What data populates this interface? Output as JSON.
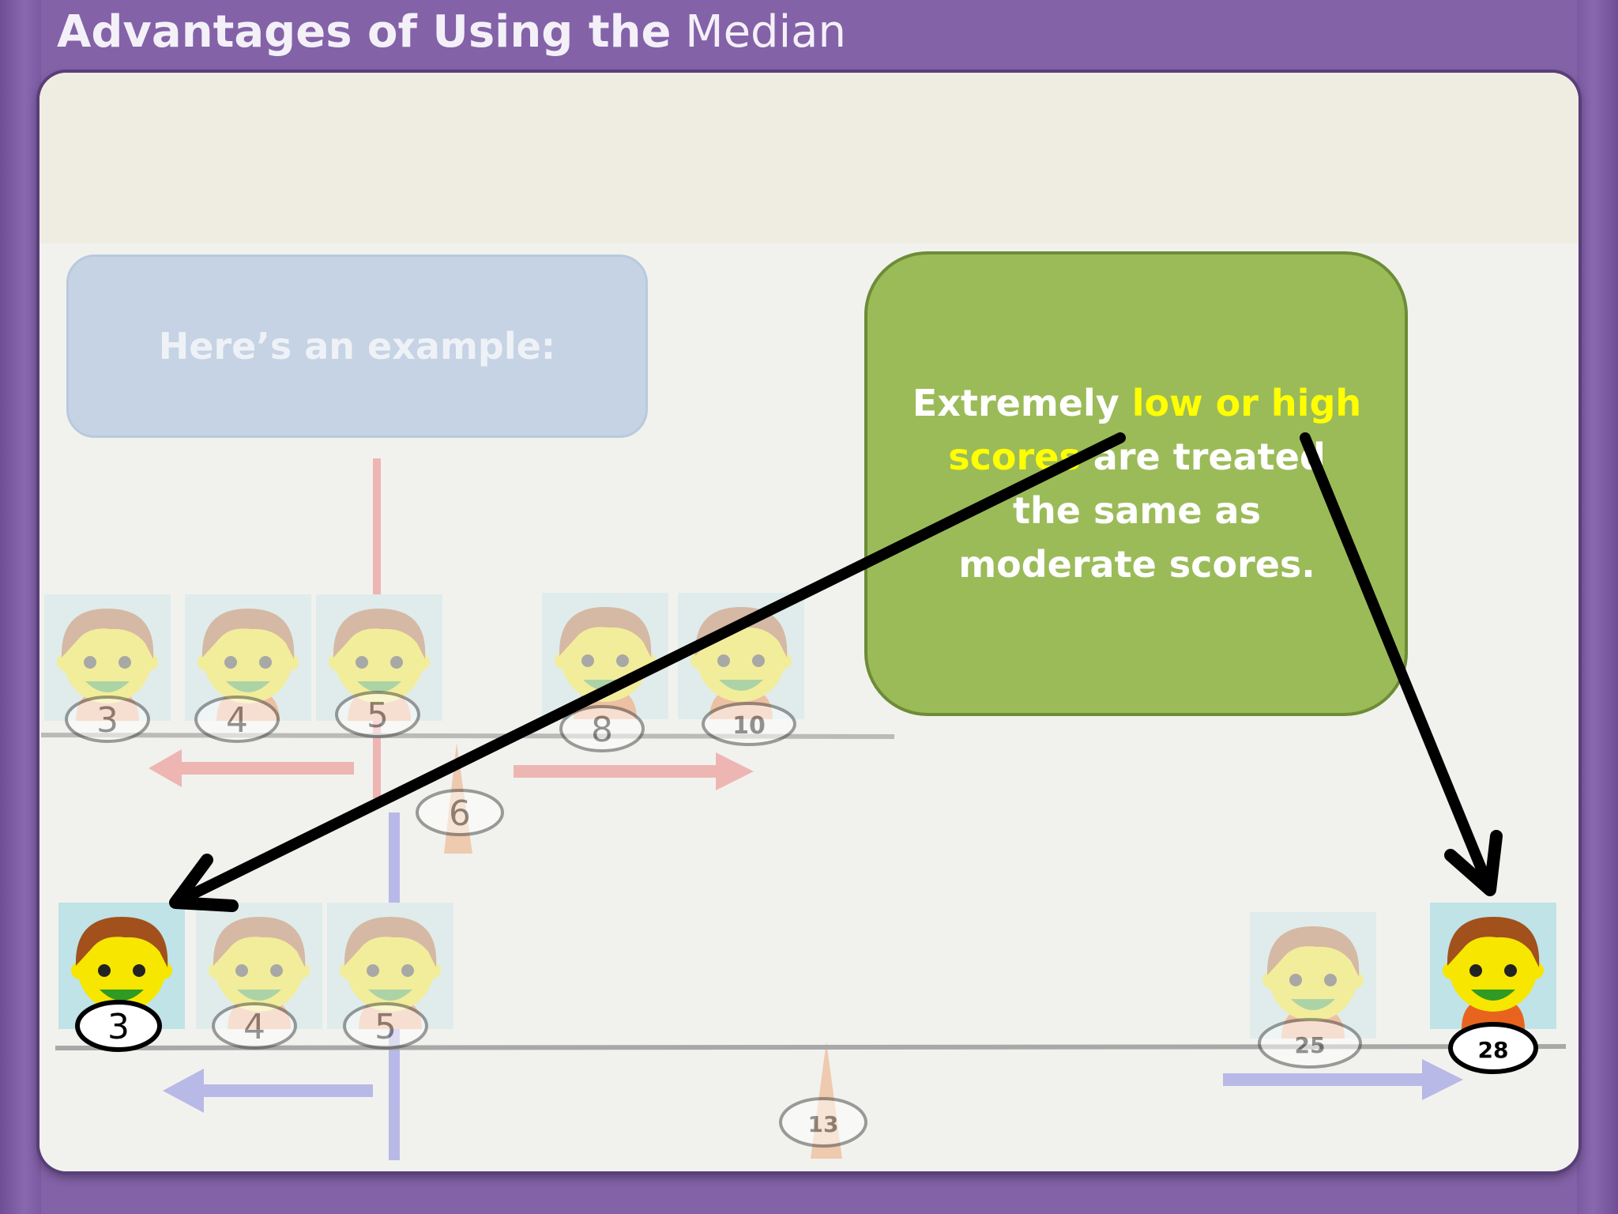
{
  "slide": {
    "title_bold": "Advantages of Using the",
    "title_light": "Median"
  },
  "example_label": "Here’s an example:",
  "callout": {
    "part1": "Extremely ",
    "highlight": "low or high scores",
    "part2": " are treated the same as moderate scores."
  },
  "upper_row": {
    "left_scores": [
      "3",
      "4",
      "5"
    ],
    "right_scores": [
      "8",
      "10"
    ],
    "median": "6"
  },
  "lower_row": {
    "left_scores": [
      "3",
      "4",
      "5"
    ],
    "right_scores": [
      "25",
      "28"
    ],
    "median": "13"
  },
  "colors": {
    "frame": "#8362a8",
    "callout_fill": "#9bbb59",
    "highlight": "#ffff00",
    "upper_arrows": "#f4a6a6",
    "lower_arrows": "#a9a9ea",
    "fulcrum": "#f2c7a6"
  }
}
